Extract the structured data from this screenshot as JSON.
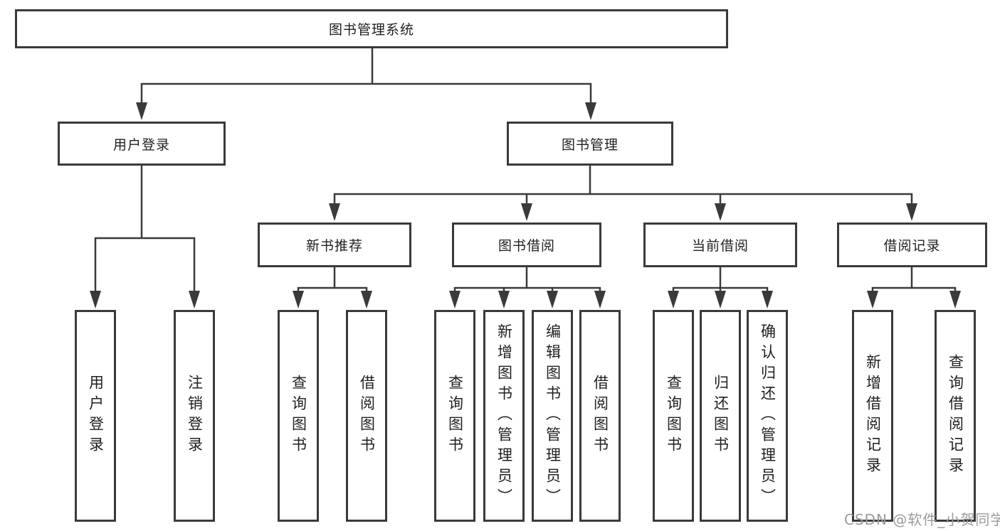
{
  "diagram": {
    "root_label": "图书管理系统",
    "level2": [
      {
        "label": "用户登录"
      },
      {
        "label": "图书管理"
      }
    ],
    "level3": [
      {
        "label": "新书推荐"
      },
      {
        "label": "图书借阅"
      },
      {
        "label": "当前借阅"
      },
      {
        "label": "借阅记录"
      }
    ],
    "leaves": [
      {
        "group": "用户登录",
        "label": "用户登录"
      },
      {
        "group": "用户登录",
        "label": "注销登录"
      },
      {
        "group": "新书推荐",
        "label": "查询图书"
      },
      {
        "group": "新书推荐",
        "label": "借阅图书"
      },
      {
        "group": "图书借阅",
        "label": "查询图书"
      },
      {
        "group": "图书借阅",
        "label": "新增图书（管理员）"
      },
      {
        "group": "图书借阅",
        "label": "编辑图书（管理员）"
      },
      {
        "group": "图书借阅",
        "label": "借阅图书"
      },
      {
        "group": "当前借阅",
        "label": "查询图书"
      },
      {
        "group": "当前借阅",
        "label": "归还图书"
      },
      {
        "group": "当前借阅",
        "label": "确认归还（管理员）"
      },
      {
        "group": "借阅记录",
        "label": "新增借阅记录"
      },
      {
        "group": "借阅记录",
        "label": "查询借阅记录"
      }
    ],
    "watermark": "CSDN @软件_小贺同学",
    "colors": {
      "line": "#3a3a3a",
      "text": "#1f1f1f",
      "watermark": "#9b9b9b",
      "background": "#ffffff"
    }
  }
}
